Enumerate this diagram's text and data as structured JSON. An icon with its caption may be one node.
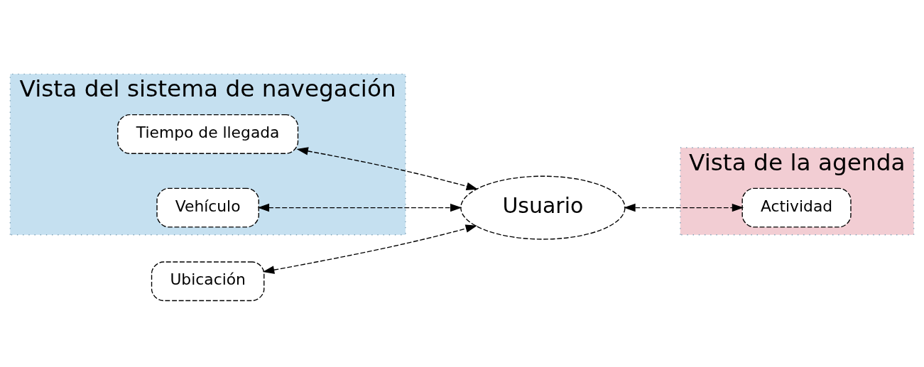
{
  "diagram": {
    "nodes": [
      {
        "text": [
          "Vista del sistema de navegación"
        ]
      },
      {
        "text": [
          "Vista de la agenda"
        ]
      },
      {
        "text": [
          "Tiempo de llegada"
        ],
        "in": 0
      },
      {
        "text": [
          "Ubicación"
        ]
      },
      {
        "text": [
          "Actividad"
        ],
        "in": 1
      },
      {
        "text": [
          "Vehículo"
        ],
        "in": 0
      },
      {
        "text": [
          "Usuario"
        ]
      }
    ],
    "edges": [
      {
        "from": 2,
        "to": 6,
        "arrow": "both",
        "style": "dashed"
      },
      {
        "from": 3,
        "to": 6,
        "arrow": "both",
        "style": "dashed"
      },
      {
        "from": 5,
        "to": 6,
        "arrow": "both",
        "style": "dashed"
      },
      {
        "from": 6,
        "to": 4,
        "arrow": "both",
        "style": "dashed"
      }
    ]
  }
}
